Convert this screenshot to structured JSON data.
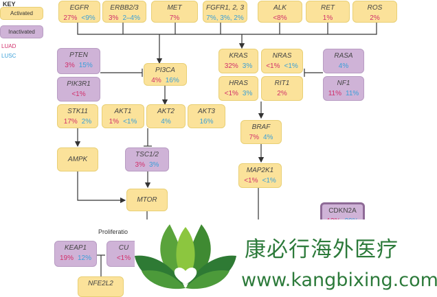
{
  "key": {
    "title": "KEY",
    "activated": "Activated",
    "inactivated": "Inactivated",
    "luad": "LUAD",
    "lusc": "LUSC"
  },
  "colors": {
    "activated": "#fbe29a",
    "inactivated": "#cfb3d7",
    "luad": "#d12f6a",
    "lusc": "#3a9fd8"
  },
  "nodes": {
    "egfr": {
      "name": "EGFR",
      "luad": "27%",
      "lusc": "<9%"
    },
    "erbb": {
      "name": "ERBB2/3",
      "luad": "3%",
      "lusc": "2–4%"
    },
    "met": {
      "name": "MET",
      "luad": "7%"
    },
    "fgfr": {
      "name": "FGFR1, 2, 3",
      "lusc": "7%, 3%, 2%"
    },
    "alk": {
      "name": "ALK",
      "luad": "<8%"
    },
    "ret": {
      "name": "RET",
      "luad": "1%"
    },
    "ros": {
      "name": "ROS",
      "luad": "2%"
    },
    "pten": {
      "name": "PTEN",
      "luad": "3%",
      "lusc": "15%"
    },
    "pik3r1": {
      "name": "PIK3R1",
      "luad": "<1%"
    },
    "pi3ca": {
      "name": "PI3CA",
      "luad": "4%",
      "lusc": "16%"
    },
    "kras": {
      "name": "KRAS",
      "luad": "32%",
      "lusc": "3%"
    },
    "nras": {
      "name": "NRAS",
      "luad": "<1%",
      "lusc": "<1%"
    },
    "rasa": {
      "name": "RASA",
      "lusc": "4%"
    },
    "hras": {
      "name": "HRAS",
      "luad": "<1%",
      "lusc": "3%"
    },
    "rit1": {
      "name": "RIT1",
      "luad": "2%"
    },
    "nf1": {
      "name": "NF1",
      "luad": "11%",
      "lusc": "11%"
    },
    "stk11": {
      "name": "STK11",
      "luad": "17%",
      "lusc": "2%"
    },
    "akt1": {
      "name": "AKT1",
      "luad": "1%",
      "lusc": "<1%"
    },
    "akt2": {
      "name": "AKT2",
      "lusc": "4%"
    },
    "akt3": {
      "name": "AKT3",
      "lusc": "16%"
    },
    "braf": {
      "name": "BRAF",
      "luad": "7%",
      "lusc": "4%"
    },
    "ampk": {
      "name": "AMPK"
    },
    "tsc": {
      "name": "TSC1/2",
      "luad": "3%",
      "lusc": "3%"
    },
    "map2k1": {
      "name": "MAP2K1",
      "luad": "<1%",
      "lusc": "<1%"
    },
    "mtor": {
      "name": "MTOR"
    },
    "cdkn2a": {
      "name": "CDKN2A",
      "luad": "13%",
      "lusc": "20%"
    },
    "keap1": {
      "name": "KEAP1",
      "luad": "19%",
      "lusc": "12%"
    },
    "cul3": {
      "name": "CU",
      "luad": "<1%"
    },
    "nfe2l2": {
      "name": "NFE2L2"
    }
  },
  "proliferation": "Proliferatio",
  "watermark": {
    "title": "康必行海外医疗",
    "url": "www.kangbixing.com"
  }
}
